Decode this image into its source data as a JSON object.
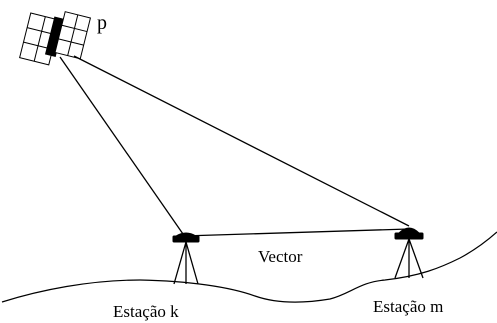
{
  "labels": {
    "satellite": "p",
    "baseline": "Vector",
    "station_k": "Estação k",
    "station_m": "Estação m"
  }
}
